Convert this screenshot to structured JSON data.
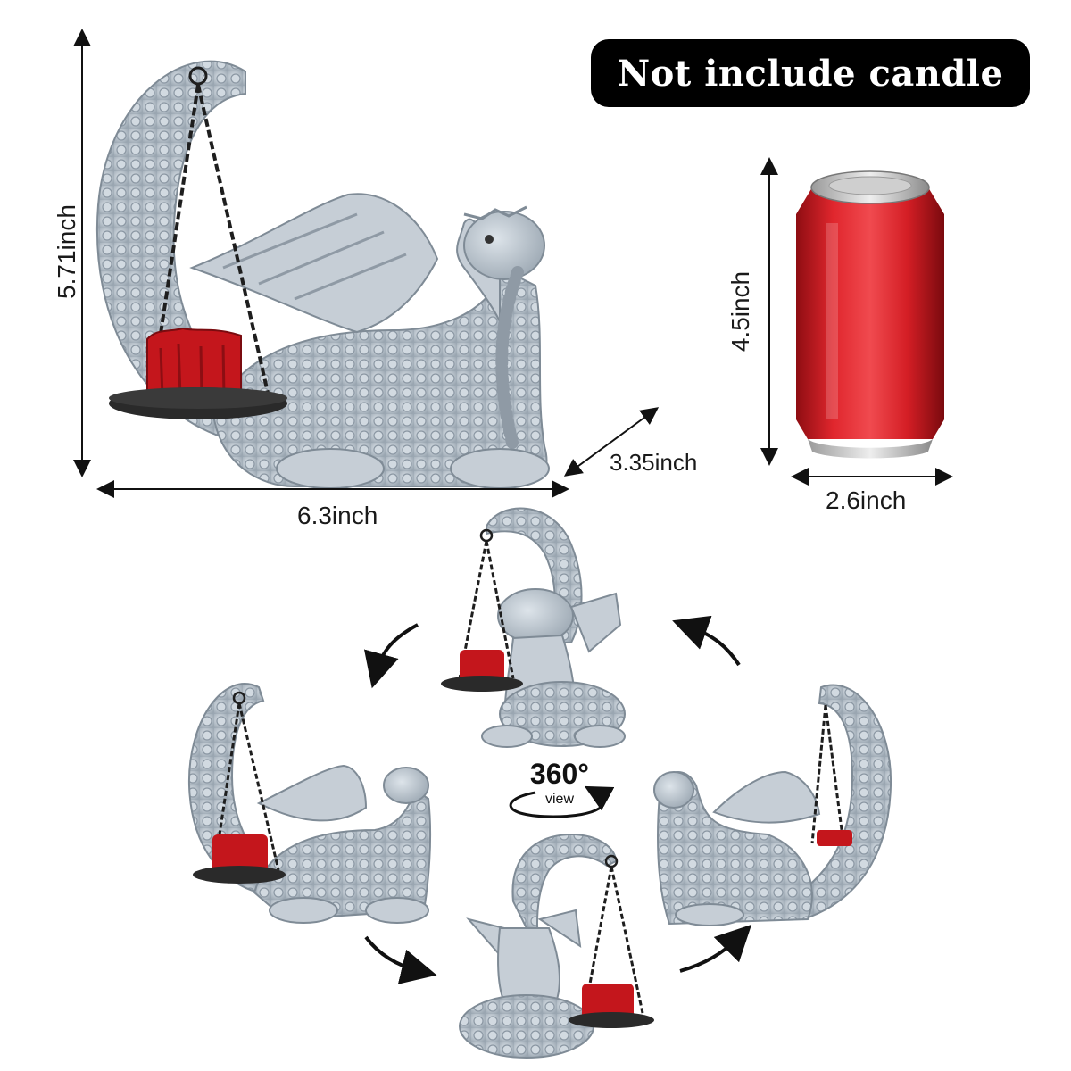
{
  "notice": {
    "text": "Not include candle"
  },
  "dimensions": {
    "height": "5.71inch",
    "width": "6.3inch",
    "depth": "3.35inch",
    "can_height": "4.5inch",
    "can_width": "2.6inch"
  },
  "rotation": {
    "degrees": "360°",
    "label": "view"
  },
  "colors": {
    "resin": "#b9c3cc",
    "candle": "#c4161c",
    "can": "#d61f26",
    "dish": "#2a2a2a"
  }
}
